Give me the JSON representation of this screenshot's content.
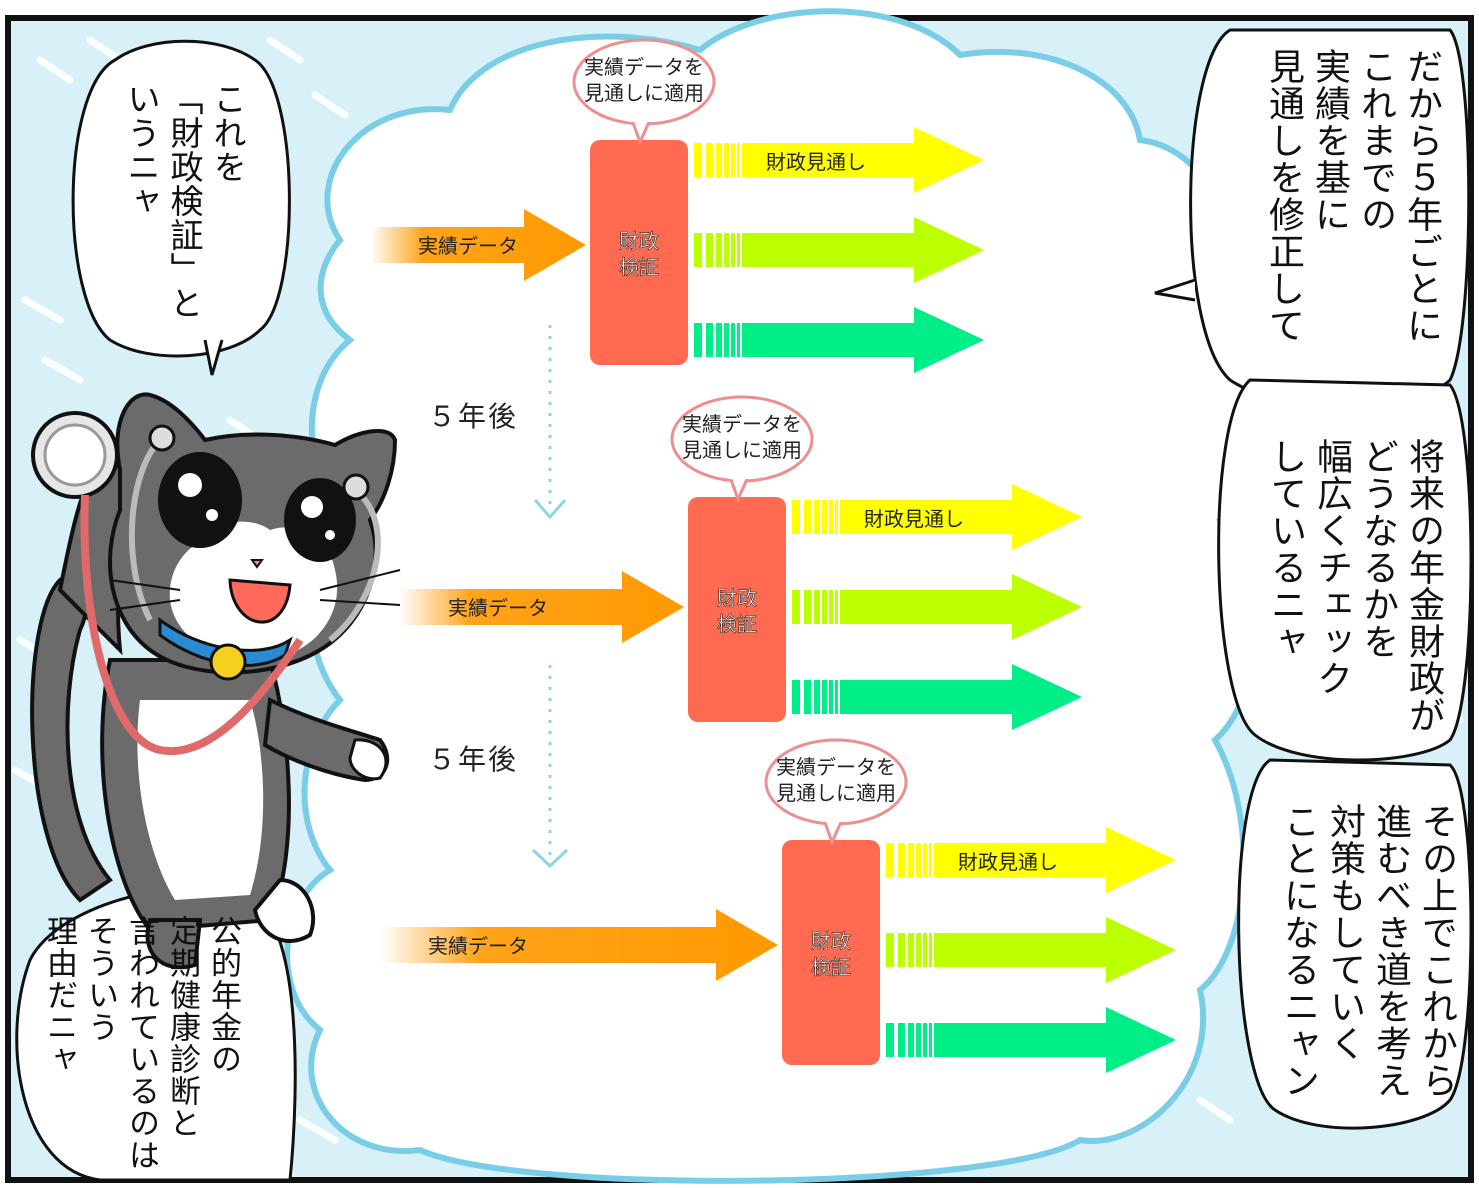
{
  "speech": {
    "top_left": "これを\n「財政検証」と\nいうニャ",
    "bottom_left": "公的年金の\n定期健康診断と\n言われているのは\nそういう\n理由だニャ",
    "right_top": "だから５年ごとに\nこれまでの\n実績を基に\n見通しを修正して",
    "right_middle": "将来の年金財政が\nどうなるかを\n幅広くチェック\nしているニャ",
    "right_bottom": "その上でこれから\n進むべき道を考え\n対策もしていく\nことになるニャン"
  },
  "diagram": {
    "stages": [
      {
        "input_label": "実績データ",
        "box_label": "財政\n検証",
        "apply_label": "実績データを\n見通しに適用",
        "projection_label": "財政見通し"
      },
      {
        "input_label": "実績データ",
        "box_label": "財政\n検証",
        "apply_label": "実績データを\n見通しに適用",
        "projection_label": "財政見通し"
      },
      {
        "input_label": "実績データ",
        "box_label": "財政\n検証",
        "apply_label": "実績データを\n見通しに適用",
        "projection_label": "財政見通し"
      }
    ],
    "interval_labels": [
      "５年後",
      "５年後"
    ]
  },
  "colors": {
    "background": "#d8f1f8",
    "cloud_outline": "#79cde6",
    "input_arrow": "#ff9900",
    "box": "#ff6a50",
    "projection_yellow": "#ffff00",
    "projection_lime": "#bbff00",
    "projection_green": "#00ee88",
    "dotted_arrow": "#8fd3e8"
  },
  "character": {
    "icon": "cat-doctor-icon"
  }
}
